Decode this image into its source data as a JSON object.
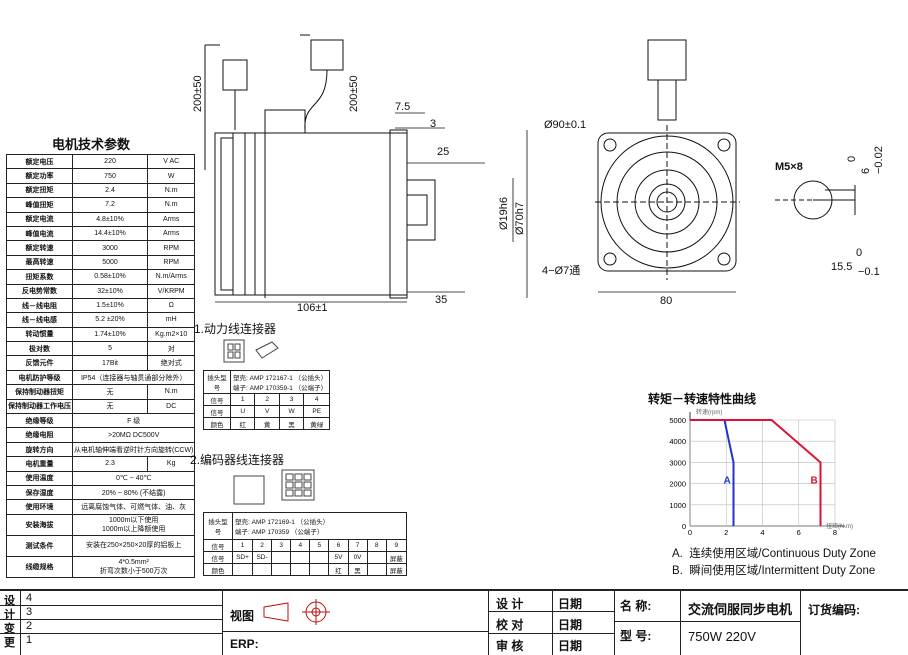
{
  "spec_title": "电机技术参数",
  "spec_rows": [
    {
      "k": "额定电压",
      "v": "220",
      "u": "V  AC"
    },
    {
      "k": "额定功率",
      "v": "750",
      "u": "W"
    },
    {
      "k": "额定扭矩",
      "v": "2.4",
      "u": "N.m"
    },
    {
      "k": "峰值扭矩",
      "v": "7.2",
      "u": "N.m"
    },
    {
      "k": "额定电流",
      "v": "4.8±10%",
      "u": "Arms"
    },
    {
      "k": "峰值电流",
      "v": "14.4±10%",
      "u": "Arms"
    },
    {
      "k": "额定转速",
      "v": "3000",
      "u": "RPM"
    },
    {
      "k": "最高转速",
      "v": "5000",
      "u": "RPM"
    },
    {
      "k": "扭矩系数",
      "v": "0.58±10%",
      "u": "N.m/Arms"
    },
    {
      "k": "反电势常数",
      "v": "32±10%",
      "u": "V/KRPM"
    },
    {
      "k": "线－线电阻",
      "v": "1.5±10%",
      "u": "Ω"
    },
    {
      "k": "线－线电感",
      "v": "5.2 ±20%",
      "u": "mH"
    },
    {
      "k": "转动惯量",
      "v": "1.74±10%",
      "u": "Kg.m2×10"
    },
    {
      "k": "极对数",
      "v": "5",
      "u": "对"
    },
    {
      "k": "反馈元件",
      "v": "17Bit",
      "u": "绝对式"
    },
    {
      "k": "电机防护等级",
      "v": "IP54（连接器与轴贯通部分除外）",
      "u": ""
    },
    {
      "k": "保持制动器扭矩",
      "v": "无",
      "u": "N.m"
    },
    {
      "k": "保持制动器工作电压",
      "v": "无",
      "u": "DC"
    },
    {
      "k": "绝缘等级",
      "v": "F  级",
      "u": ""
    },
    {
      "k": "绝缘电阻",
      "v": ">20MΩ      DC500V",
      "u": ""
    },
    {
      "k": "旋转方向",
      "v": "从电机轴伸端看逆时针方向旋转(CCW)",
      "u": ""
    },
    {
      "k": "电机重量",
      "v": "2.3",
      "u": "Kg"
    },
    {
      "k": "使用温度",
      "v": "0℃ ~ 40℃",
      "u": ""
    },
    {
      "k": "保存湿度",
      "v": "20%  ~  80%   (不结露)",
      "u": ""
    },
    {
      "k": "使用环境",
      "v": "远离腐蚀气体、可燃气体、油、灰",
      "u": ""
    }
  ],
  "spec_tall_rows": [
    {
      "k": "安装海拔",
      "v": "1000m以下使用\n1000m以上降额使用"
    },
    {
      "k": "测试条件",
      "v": "安装在250×250×20厚的铝板上"
    },
    {
      "k": "线缆规格",
      "v": "4*0.5mm²\n折弯次数小于500万次"
    }
  ],
  "power": {
    "title": "1.动力线连接器",
    "model_label": "插头型号",
    "model_line1": "塑壳: AMP 172167-1 （公插头）",
    "model_line2": "端子: AMP 170359-1 （公端子）",
    "pin_label": "信号",
    "pins": [
      "1",
      "2",
      "3",
      "4"
    ],
    "sig_label": "信号",
    "sigs": [
      "U",
      "V",
      "W",
      "PE"
    ],
    "color_label": "颜色",
    "colors": [
      "红",
      "黄",
      "黑",
      "黄绿"
    ]
  },
  "encoder": {
    "title": "2.编码器线连接器",
    "model_label": "插头型号",
    "model_line1": "塑壳: AMP 172169-1 （公插头）",
    "model_line2": "端子: AMP 170359   （公端子）",
    "pin_label": "信号",
    "pins": [
      "1",
      "2",
      "3",
      "4",
      "5",
      "6",
      "7",
      "8",
      "9"
    ],
    "sig_label": "信号",
    "sigs": [
      "SD+",
      "SD-",
      "",
      "",
      "",
      "5V",
      "0V",
      "",
      "屏蔽"
    ],
    "color_label": "颜色",
    "colors": [
      "",
      "",
      "",
      "",
      "",
      "红",
      "黑",
      "",
      "屏蔽"
    ]
  },
  "dims": {
    "lead1": "200±50",
    "lead2": "200±50",
    "d75": "7.5",
    "d3": "3",
    "d25": "25",
    "d19": "Ø19h6",
    "d70": "Ø70h7",
    "d106": "106±1",
    "d35": "35",
    "d90": "Ø90±0.1",
    "holes": "4−Ø7通",
    "d80": "80",
    "thread": "M5×8",
    "key_top": "0",
    "key_val": "6",
    "key_tol": "−0.02",
    "key2_top": "0",
    "key2_val": "15.5",
    "key2_tol": "−0.1"
  },
  "chart_data": {
    "type": "line",
    "title": "转矩－转速特性曲线",
    "ylabel": "转速(rpm)",
    "xlabel": "扭矩(N.m)",
    "yticks": [
      "5000",
      "4000",
      "3000",
      "2000",
      "1000",
      "0"
    ],
    "xticks": [
      "0",
      "2",
      "4",
      "6",
      "8"
    ],
    "ylim": [
      0,
      5000
    ],
    "xlim": [
      0,
      8
    ],
    "series": [
      {
        "name": "A",
        "color": "#2233cc",
        "x": [
          0,
          1.9,
          2.4,
          2.4
        ],
        "y": [
          5000,
          5000,
          3000,
          0
        ]
      },
      {
        "name": "B",
        "color": "#dd1133",
        "x": [
          0,
          4.5,
          7.2,
          7.2
        ],
        "y": [
          5000,
          5000,
          3000,
          0
        ]
      }
    ],
    "legend": [
      {
        "mark": "A.",
        "text": "连续使用区域/Continuous Duty Zone"
      },
      {
        "mark": "B.",
        "text": "瞬间使用区域/Intermittent Duty Zone"
      }
    ]
  },
  "title_block": {
    "left_labels": [
      "设",
      "计",
      "变",
      "更"
    ],
    "left_nums": [
      "4",
      "3",
      "2",
      "1"
    ],
    "view_label": "视图",
    "erp_label": "ERP:",
    "design_label": "设  计",
    "check_label": "校  对",
    "review_label": "审  核",
    "date_label": "日期",
    "name_label": "名    称:",
    "name_value": "交流伺服同步电机",
    "model_label": "型    号:",
    "model_value": "750W 220V",
    "order_label": "订货编码:"
  }
}
